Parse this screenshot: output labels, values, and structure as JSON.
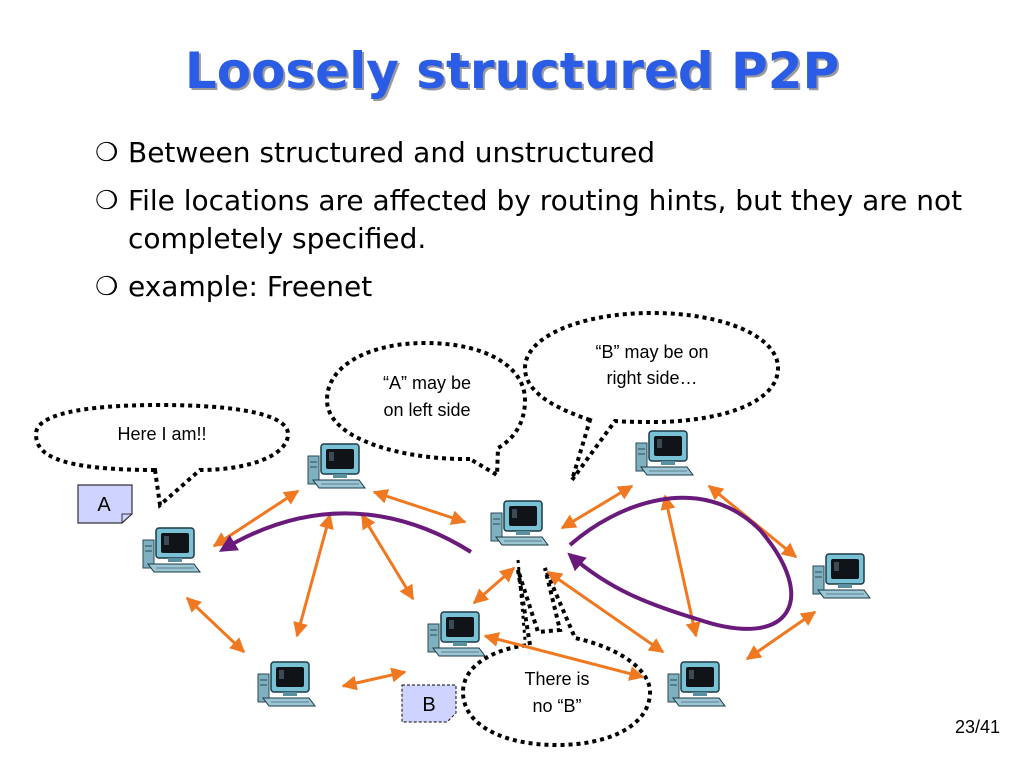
{
  "title": "Loosely structured P2P",
  "bullets": [
    "Between structured and unstructured",
    "File locations are affected by routing hints, but they are not completely specified.",
    "example: Freenet"
  ],
  "bullet_glyph": "❍",
  "callouts": {
    "here": "Here I am!!",
    "a_left_1": "“A” may be",
    "a_left_2": "on left side",
    "b_right_1": "“B” may be on",
    "b_right_2": "right side…",
    "no_b_1": "There is",
    "no_b_2": "no “B”"
  },
  "labels": {
    "a": "A",
    "b": "B"
  },
  "page_number": "23/41",
  "colors": {
    "title": "#2a5ce6",
    "arrow": "#f07820",
    "path": "#6a1a7a",
    "label_box": "#cfd3ff"
  },
  "icons": [
    "computer-icon"
  ]
}
